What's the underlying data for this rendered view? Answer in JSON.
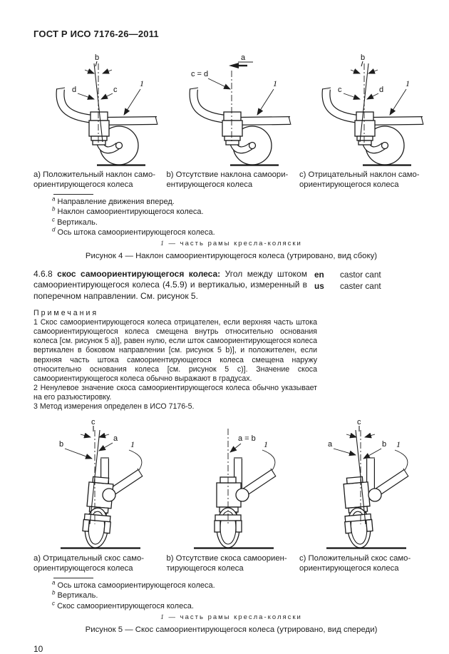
{
  "header": {
    "title": "ГОСТ Р ИСО 7176-26—2011"
  },
  "figure4": {
    "panels": [
      {
        "caption": "a) Положительный наклон само-\nориентирующегося колеса",
        "labels": {
          "angle": "b",
          "left": "d",
          "right": "c",
          "frame": "1"
        }
      },
      {
        "caption": "b) Отсутствие наклона самоори-\nентирующегося колеса",
        "labels": {
          "direction": "a",
          "line": "c = d",
          "frame": "1"
        }
      },
      {
        "caption": "c) Отрицательный наклон само-\nориентирующегося колеса",
        "labels": {
          "angle": "b",
          "left": "c",
          "right": "d",
          "frame": "1"
        }
      }
    ],
    "footnotes": [
      {
        "marker": "a",
        "text": "Направление движения вперед."
      },
      {
        "marker": "b",
        "text": "Наклон самоориентирующегося колеса."
      },
      {
        "marker": "c",
        "text": "Вертикаль."
      },
      {
        "marker": "d",
        "text": "Ось штока самоориентирующегося колеса."
      }
    ],
    "legend_number": "1",
    "legend_text": "— часть рамы кресла-коляски",
    "caption": "Рисунок 4 — Наклон самоориентирующегося колеса (утрировано, вид сбоку)"
  },
  "term_entry": {
    "number": "4.6.8",
    "term": "скос самоориентирующегося колеса:",
    "definition": "Угол между штоком самоориентирующегося колеса (4.5.9) и вертикалью, измеренный в поперечном направлении. См. рисунок 5.",
    "translations": [
      {
        "lang": "en",
        "term": "castor cant"
      },
      {
        "lang": "us",
        "term": "caster cant"
      }
    ]
  },
  "notes": {
    "title": "Примечания",
    "items": [
      "1 Скос самоориентирующегося колеса отрицателен, если верхняя часть штока самоориентирующегося колеса смещена внутрь относительно основания колеса [см. рисунок 5 a)], равен нулю, если шток самоориентирующегося колеса вертикален в боковом направлении [см. рисунок 5 b)], и положителен, если верхняя часть штока самоориентирующегося колеса смещена наружу относительно основания колеса [см. рисунок 5 c)]. Значение скоса самоориентирующегося колеса обычно выражают в градусах.",
      "2 Ненулевое значение скоса самоориентирующегося колеса обычно указывает на его разъюстировку.",
      "3 Метод измерения определен в ИСО 7176-5."
    ]
  },
  "figure5": {
    "panels": [
      {
        "caption": "a) Отрицательный скос само-\nориентирующегося колеса",
        "labels": {
          "angle": "c",
          "left": "b",
          "right": "a",
          "frame": "1"
        }
      },
      {
        "caption": "b) Отсутствие скоса самоориен-\nтирующегося колеса",
        "labels": {
          "line": "a = b",
          "frame": "1"
        }
      },
      {
        "caption": "c) Положительный скос само-\nориентирующегося колеса",
        "labels": {
          "angle": "c",
          "left": "a",
          "right": "b",
          "frame": "1"
        }
      }
    ],
    "footnotes": [
      {
        "marker": "a",
        "text": "Ось штока самоориентирующегося колеса."
      },
      {
        "marker": "b",
        "text": "Вертикаль."
      },
      {
        "marker": "c",
        "text": "Скос самоориентирующегося колеса."
      }
    ],
    "legend_number": "1",
    "legend_text": "— часть рамы кресла-коляски",
    "caption": "Рисунок 5 — Скос самоориентирующегося колеса (утрировано, вид спереди)"
  },
  "footer": {
    "page_number": "10"
  }
}
